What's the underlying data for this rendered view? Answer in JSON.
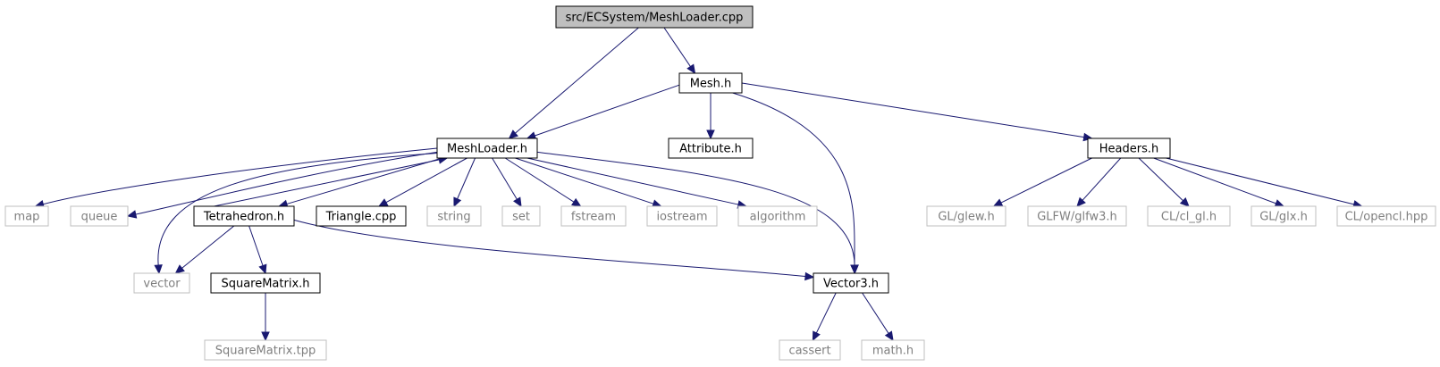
{
  "colors": {
    "edge": "#191970",
    "root_fill": "#bfbfbf",
    "node_border": "#000000",
    "external_border": "#bfbfbf",
    "external_text": "#7f7f7f",
    "text": "#000000"
  },
  "nodes": {
    "root": {
      "label": "src/ECSystem/MeshLoader.cpp",
      "kind": "root"
    },
    "mesh_h": {
      "label": "Mesh.h",
      "kind": "internal"
    },
    "meshloader_h": {
      "label": "MeshLoader.h",
      "kind": "internal"
    },
    "attribute_h": {
      "label": "Attribute.h",
      "kind": "internal"
    },
    "headers_h": {
      "label": "Headers.h",
      "kind": "internal"
    },
    "map": {
      "label": "map",
      "kind": "external"
    },
    "queue": {
      "label": "queue",
      "kind": "external"
    },
    "tetrahedron_h": {
      "label": "Tetrahedron.h",
      "kind": "internal"
    },
    "triangle_cpp": {
      "label": "Triangle.cpp",
      "kind": "internal"
    },
    "string": {
      "label": "string",
      "kind": "external"
    },
    "set": {
      "label": "set",
      "kind": "external"
    },
    "fstream": {
      "label": "fstream",
      "kind": "external"
    },
    "iostream": {
      "label": "iostream",
      "kind": "external"
    },
    "algorithm": {
      "label": "algorithm",
      "kind": "external"
    },
    "gl_glew_h": {
      "label": "GL/glew.h",
      "kind": "external"
    },
    "glfw_glfw3_h": {
      "label": "GLFW/glfw3.h",
      "kind": "external"
    },
    "cl_cl_gl_h": {
      "label": "CL/cl_gl.h",
      "kind": "external"
    },
    "gl_glx_h": {
      "label": "GL/glx.h",
      "kind": "external"
    },
    "cl_opencl_hpp": {
      "label": "CL/opencl.hpp",
      "kind": "external"
    },
    "vector": {
      "label": "vector",
      "kind": "external"
    },
    "squarematrix_h": {
      "label": "SquareMatrix.h",
      "kind": "internal"
    },
    "vector3_h": {
      "label": "Vector3.h",
      "kind": "internal"
    },
    "squarematrix_tpp": {
      "label": "SquareMatrix.tpp",
      "kind": "external"
    },
    "cassert": {
      "label": "cassert",
      "kind": "external"
    },
    "math_h": {
      "label": "math.h",
      "kind": "external"
    }
  },
  "edges": [
    {
      "from": "root",
      "to": "mesh_h"
    },
    {
      "from": "root",
      "to": "meshloader_h"
    },
    {
      "from": "mesh_h",
      "to": "meshloader_h"
    },
    {
      "from": "mesh_h",
      "to": "attribute_h"
    },
    {
      "from": "mesh_h",
      "to": "vector3_h"
    },
    {
      "from": "mesh_h",
      "to": "headers_h"
    },
    {
      "from": "meshloader_h",
      "to": "map"
    },
    {
      "from": "meshloader_h",
      "to": "queue"
    },
    {
      "from": "meshloader_h",
      "to": "vector"
    },
    {
      "from": "meshloader_h",
      "to": "tetrahedron_h"
    },
    {
      "from": "meshloader_h",
      "to": "triangle_cpp"
    },
    {
      "from": "meshloader_h",
      "to": "string"
    },
    {
      "from": "meshloader_h",
      "to": "set"
    },
    {
      "from": "meshloader_h",
      "to": "fstream"
    },
    {
      "from": "meshloader_h",
      "to": "iostream"
    },
    {
      "from": "meshloader_h",
      "to": "algorithm"
    },
    {
      "from": "meshloader_h",
      "to": "vector3_h"
    },
    {
      "from": "tetrahedron_h",
      "to": "meshloader_h"
    },
    {
      "from": "tetrahedron_h",
      "to": "vector"
    },
    {
      "from": "tetrahedron_h",
      "to": "squarematrix_h"
    },
    {
      "from": "tetrahedron_h",
      "to": "vector3_h"
    },
    {
      "from": "squarematrix_h",
      "to": "squarematrix_tpp"
    },
    {
      "from": "vector3_h",
      "to": "cassert"
    },
    {
      "from": "vector3_h",
      "to": "math_h"
    },
    {
      "from": "headers_h",
      "to": "gl_glew_h"
    },
    {
      "from": "headers_h",
      "to": "glfw_glfw3_h"
    },
    {
      "from": "headers_h",
      "to": "cl_cl_gl_h"
    },
    {
      "from": "headers_h",
      "to": "gl_glx_h"
    },
    {
      "from": "headers_h",
      "to": "cl_opencl_hpp"
    }
  ]
}
